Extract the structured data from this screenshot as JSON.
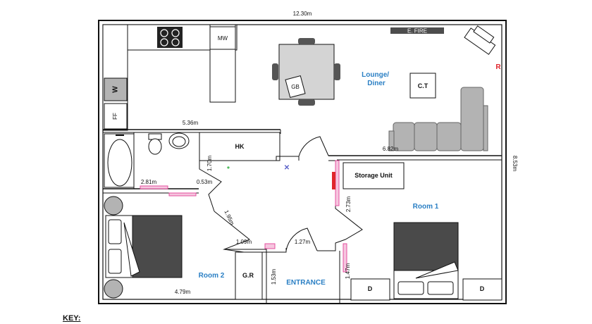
{
  "colors": {
    "wall": "#111111",
    "room_label": "#2a7fc4",
    "radiator_red": "#e0262d",
    "marker_green": "#35b246",
    "marker_blue": "#5b62c9",
    "highlight_pink": "#e4509f",
    "furniture_gray": "#b3b3b3",
    "bed_dark": "#4a4a4a",
    "fire_dark": "#4d4d4d"
  },
  "dimensions": {
    "overall_width": "12.30m",
    "overall_depth": "8.53m",
    "kitchen_width": "5.36m",
    "lounge_width": "6.82m",
    "bath_width": "2.81m",
    "hall_gap": "0.53m",
    "hall_depth": "1.70m",
    "hall_diag": "1.95m",
    "hall_left": "1.09m",
    "hall_right": "1.27m",
    "entrance_depth": "1.53m",
    "room1_side": "2.73m",
    "room1_door": "1.47m",
    "room2_width": "4.79m"
  },
  "rooms": {
    "lounge": "Lounge/\nDiner",
    "room1": "Room 1",
    "room2": "Room 2",
    "entrance": "ENTRANCE"
  },
  "fixtures": {
    "microwave": "MW",
    "washer": "W",
    "fridge_freezer": "FF",
    "games_box": "GB",
    "coffee_table": "C.T",
    "electric_fire": "E. FIRE",
    "radiator_mark": "R",
    "hot_cupboard": "HK",
    "storage_unit": "Storage Unit",
    "garment_rack": "G.R",
    "drawer_left": "D",
    "drawer_right": "D"
  },
  "key_label": "KEY:"
}
